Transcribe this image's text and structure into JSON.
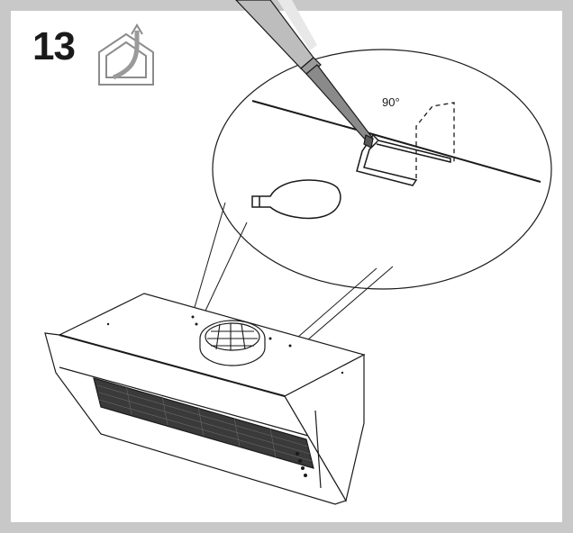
{
  "step": {
    "number": "13",
    "icon": "ducted-exhaust-house-icon"
  },
  "detail": {
    "angle_label": "90°",
    "tool": "screwdriver-icon"
  },
  "product": {
    "name_icon": "cooker-hood"
  },
  "colors": {
    "frame": "#c8c8c8",
    "line": "#1a1a1a",
    "icon_gray": "#8c8c8c"
  }
}
